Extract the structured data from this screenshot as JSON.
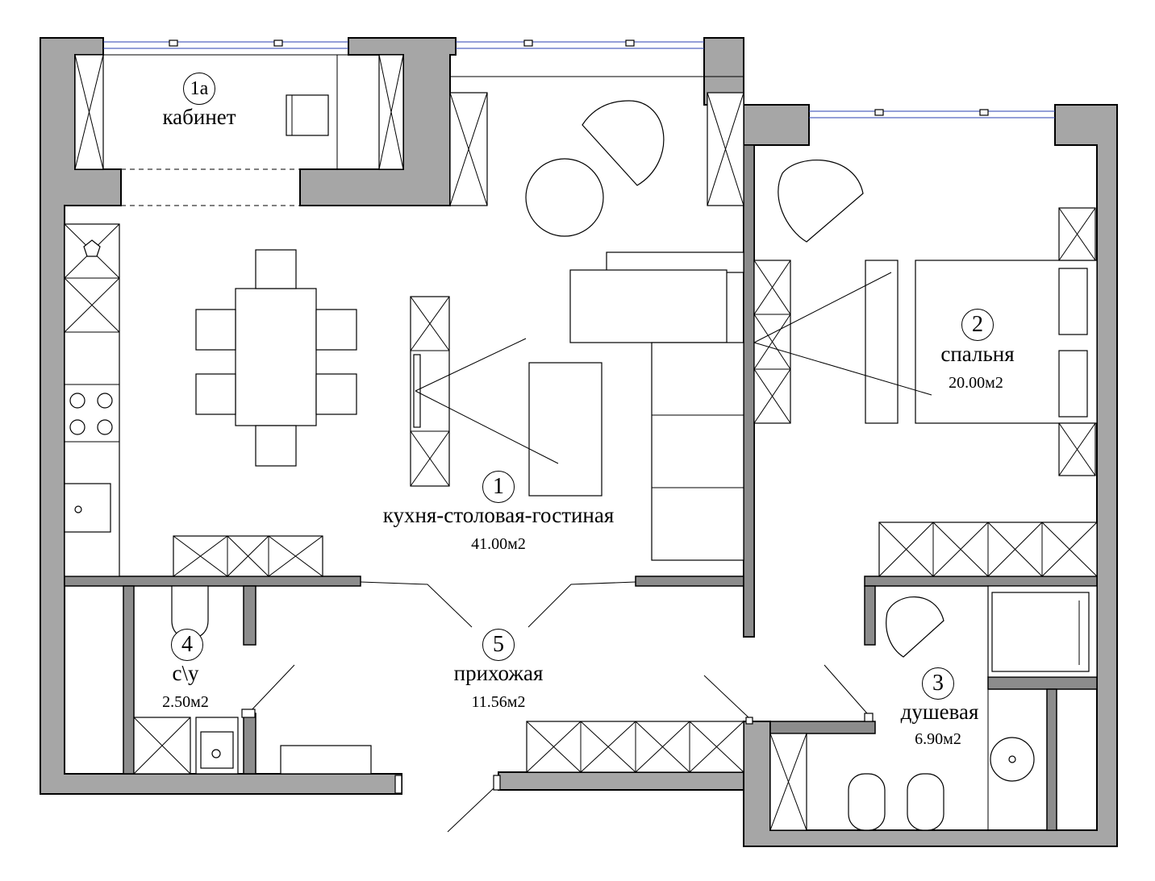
{
  "rooms": [
    {
      "number": "1a",
      "name": "кабинет",
      "area": ""
    },
    {
      "number": "1",
      "name": "кухня-столовая-гостиная",
      "area": "41.00м2"
    },
    {
      "number": "2",
      "name": "спальня",
      "area": "20.00м2"
    },
    {
      "number": "3",
      "name": "душевая",
      "area": "6.90м2"
    },
    {
      "number": "4",
      "name": "с\\у",
      "area": "2.50м2"
    },
    {
      "number": "5",
      "name": "прихожая",
      "area": "11.56м2"
    }
  ],
  "colors": {
    "wall": "#a6a6a6",
    "window": "#2a3fb0"
  }
}
